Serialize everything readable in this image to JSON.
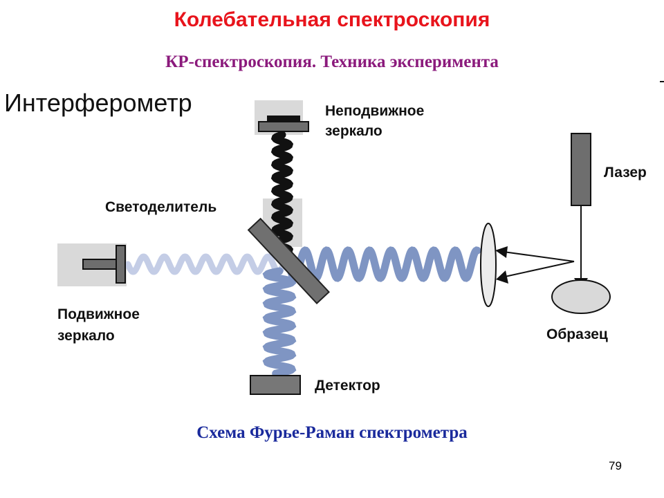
{
  "slide": {
    "title": "Колебательная спектроскопия",
    "subtitle": "КР-спектроскопия. Техника эксперимента",
    "caption": "Схема Фурье-Раман спектрометра",
    "page_number": "79"
  },
  "diagram": {
    "heading": "Интерферометр",
    "labels": {
      "fixed_mirror": [
        "Неподвижное",
        "зеркало"
      ],
      "beam_splitter": "Светоделитель",
      "movable_mirror": [
        "Подвижное",
        "зеркало"
      ],
      "detector": "Детектор",
      "laser": "Лазер",
      "sample": "Образец"
    },
    "colors": {
      "blue_beam": "#7f95c3",
      "light_beam": "#c4cde6",
      "dark_beam": "#111111",
      "panel": "#d9d9d9",
      "component": "#6e6e6e"
    }
  }
}
